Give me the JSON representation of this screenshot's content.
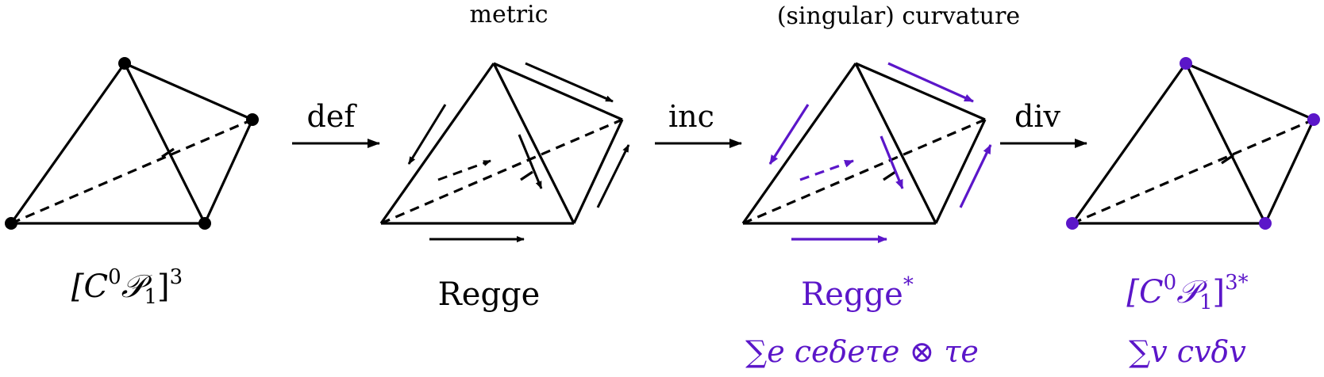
{
  "headers": {
    "metric": "metric",
    "curvature": "(singular) curvature"
  },
  "operators": {
    "def": "def",
    "inc": "inc",
    "div": "div"
  },
  "spaces": {
    "c0p1_base": "[C",
    "c0p1_sup0": "0",
    "c0p1_script": "𝒫",
    "c0p1_sub": "1",
    "c0p1_close": "]",
    "c0p1_sup": "3",
    "regge": "Regge",
    "regge_dual_base": "Regge",
    "regge_dual_sup": "*",
    "c0p1_dual_sup": "3*"
  },
  "formulas": {
    "regge_dual": "∑e ceδeτe ⊗ τe",
    "c0p1_dual": "∑v cvδv"
  },
  "colors": {
    "black": "#000000",
    "purple": "#5b16c9"
  }
}
